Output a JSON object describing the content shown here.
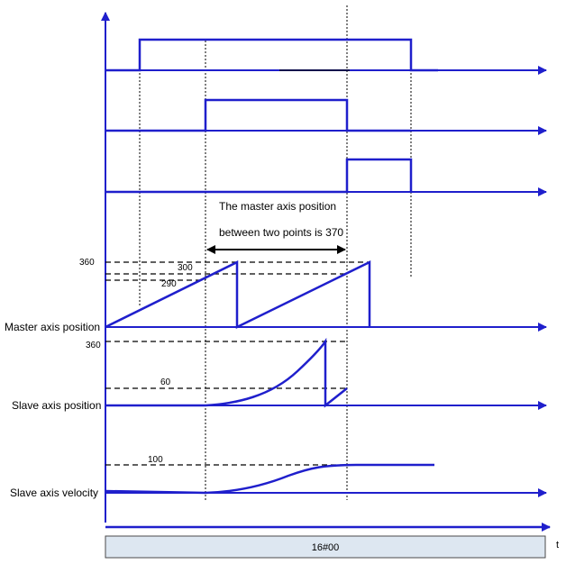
{
  "colors": {
    "signal": "#1f1fcc",
    "guide": "#000000",
    "status_bg": "#dde7f1",
    "status_border": "#4a4a4a"
  },
  "annotation": {
    "line1": "The master axis position",
    "line2": "between two points is 370"
  },
  "master": {
    "label": "Master axis position",
    "ref_values": {
      "top": "360",
      "upper": "300",
      "lower": "290"
    }
  },
  "slave_position": {
    "label": "Slave axis position",
    "ref_values": {
      "top": "360",
      "mid": "60"
    }
  },
  "slave_velocity": {
    "label": "Slave axis velocity",
    "ref_values": {
      "mid": "100"
    }
  },
  "status_bar": {
    "value": "16#00"
  },
  "time_axis": {
    "label": "t"
  }
}
